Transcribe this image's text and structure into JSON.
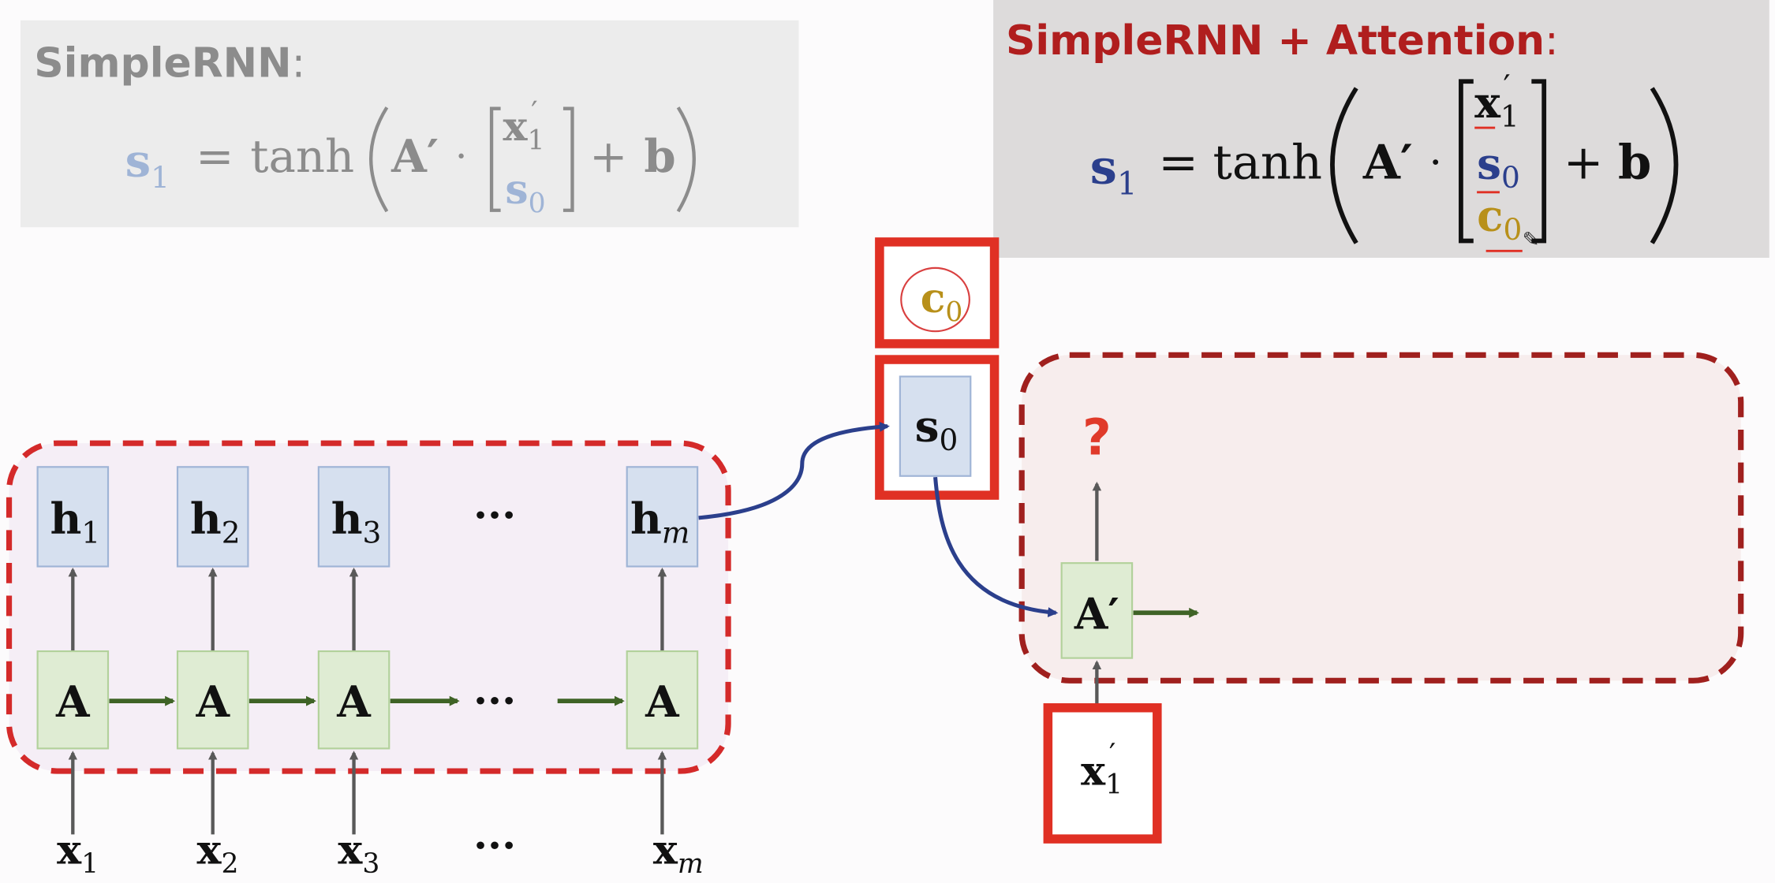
{
  "colors": {
    "encoder_region_fill": "#f5eef6",
    "decoder_region_fill": "#f7eded",
    "region_border": "#c0282a",
    "decoder_border": "#a0201e",
    "highlight_border": "#e03024",
    "h_box_fill": "#d6e0ef",
    "h_box_border": "#9fb4d6",
    "a_box_fill": "#dfecd3",
    "a_box_border": "#b2d19b",
    "forward_arrow": "#3f6326",
    "input_arrow": "#595959",
    "curve_arrow": "#2b3f8c",
    "simple_panel_fill": "#ececec",
    "attention_panel_fill": "#dddbdb",
    "s_color": "#2b3f8c",
    "c_color": "#b8901a",
    "title_red": "#b01e1e",
    "faded_text": "#8c8c8c",
    "question_red": "#e03a2a"
  },
  "simple_panel": {
    "title": "SimpleRNN",
    "colon": ":",
    "s": "s",
    "s_sub": "1",
    "equals": "=",
    "tanh": "tanh",
    "matrix": "A′",
    "dot": "·",
    "x": "x",
    "x_sub": "1",
    "prime": "′",
    "s0": "s",
    "s0_sub": "0",
    "plus": "+",
    "b": "b"
  },
  "attention_panel": {
    "title": "SimpleRNN + Attention",
    "colon": ":",
    "s": "s",
    "s_sub": "1",
    "equals": "=",
    "tanh": "tanh",
    "matrix": "A′",
    "dot": "·",
    "x": "x",
    "x_sub": "1",
    "prime": "′",
    "s0": "s",
    "s0_sub": "0",
    "c0": "c",
    "c0_sub": "0",
    "plus": "+",
    "b": "b"
  },
  "encoder": {
    "cell_label": "A",
    "ellipsis": "···",
    "hidden_states": [
      {
        "label": "h",
        "sub": "1"
      },
      {
        "label": "h",
        "sub": "2"
      },
      {
        "label": "h",
        "sub": "3"
      },
      {
        "label": "h",
        "sub": "m"
      }
    ],
    "inputs": [
      {
        "label": "x",
        "sub": "1"
      },
      {
        "label": "x",
        "sub": "2"
      },
      {
        "label": "x",
        "sub": "3"
      },
      {
        "label": "x",
        "sub": "m"
      }
    ]
  },
  "decoder": {
    "context": {
      "label": "c",
      "sub": "0"
    },
    "state": {
      "label": "s",
      "sub": "0"
    },
    "cell_label": "A′",
    "input": {
      "label": "x",
      "sub": "1",
      "prime": "′"
    },
    "output": "?"
  }
}
